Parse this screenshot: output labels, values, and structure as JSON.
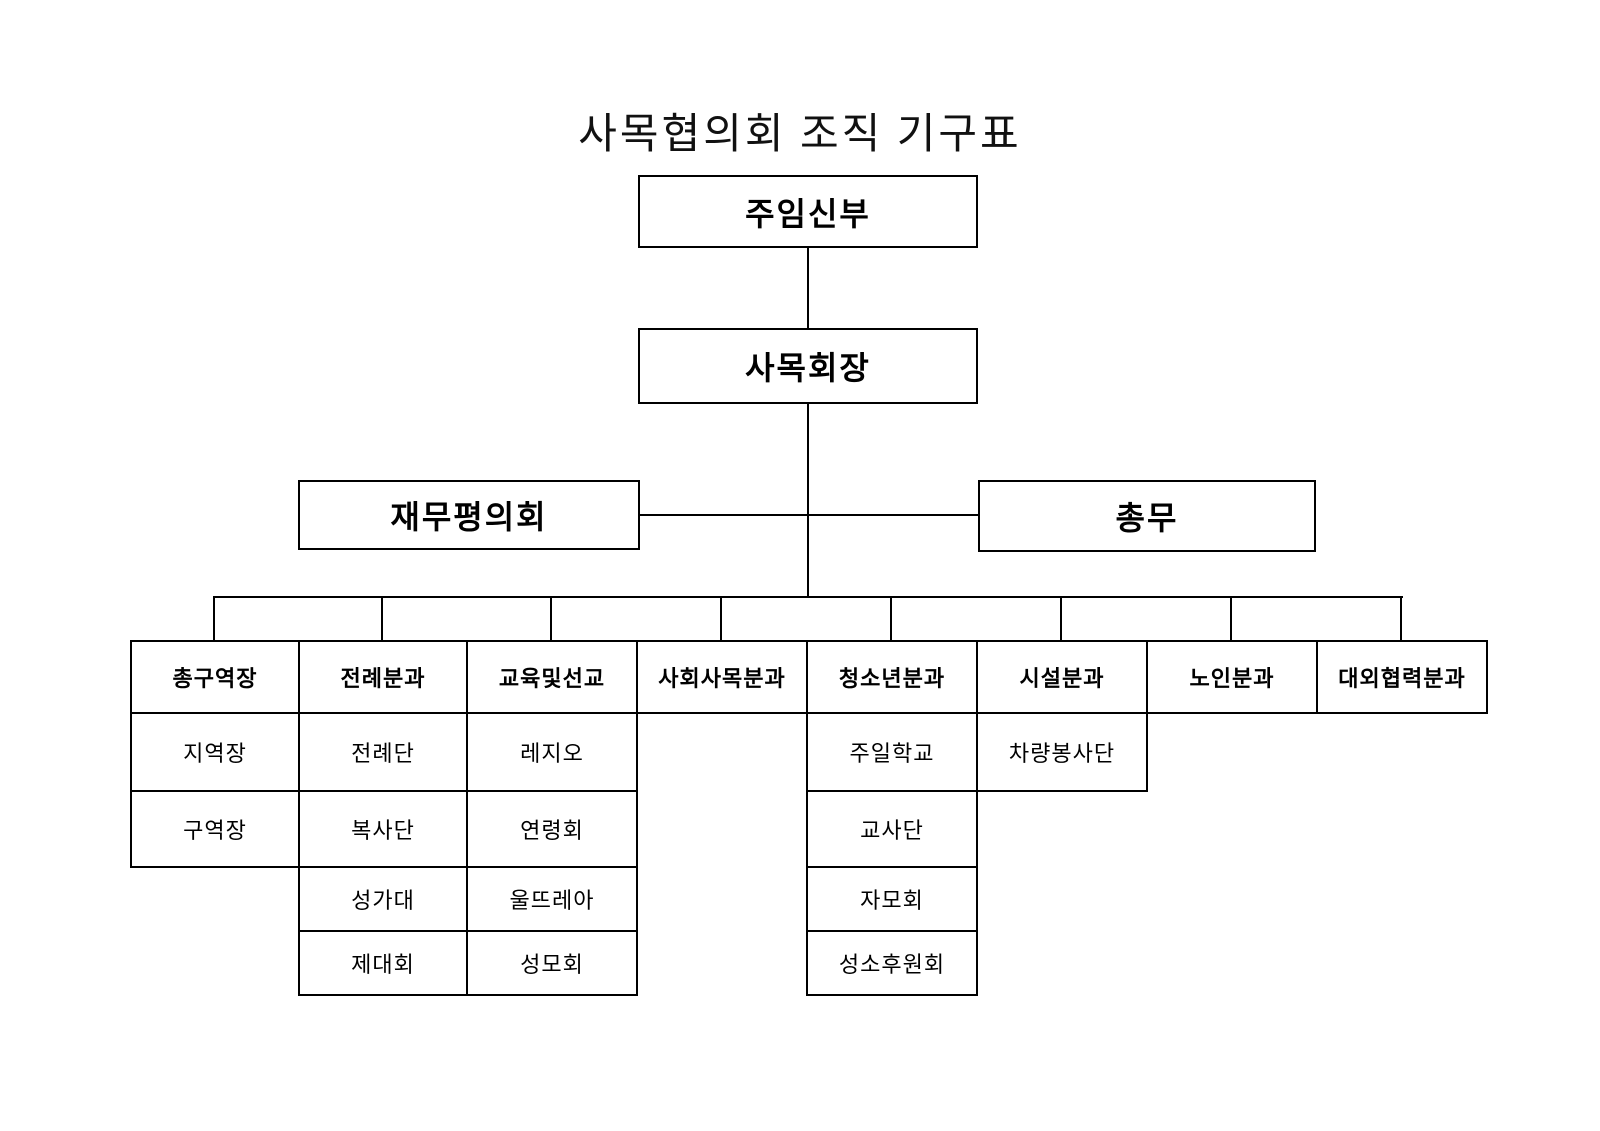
{
  "title": "사목협의회  조직  기구표",
  "hierarchy": {
    "head": "주임신부",
    "chair": "사목회장",
    "finance_council": "재무평의회",
    "general_affairs": "총무"
  },
  "departments": [
    {
      "name": "총구역장",
      "subs": [
        "지역장",
        "구역장"
      ]
    },
    {
      "name": "전례분과",
      "subs": [
        "전례단",
        "복사단",
        "성가대",
        "제대회"
      ]
    },
    {
      "name": "교육및선교",
      "subs": [
        "레지오",
        "연령회",
        "울뜨레아",
        "성모회"
      ]
    },
    {
      "name": "사회사목분과",
      "subs": []
    },
    {
      "name": "청소년분과",
      "subs": [
        "주일학교",
        "교사단",
        "자모회",
        "성소후원회"
      ]
    },
    {
      "name": "시설분과",
      "subs": [
        "차량봉사단"
      ]
    },
    {
      "name": "노인분과",
      "subs": []
    },
    {
      "name": "대외협력분과",
      "subs": []
    }
  ]
}
